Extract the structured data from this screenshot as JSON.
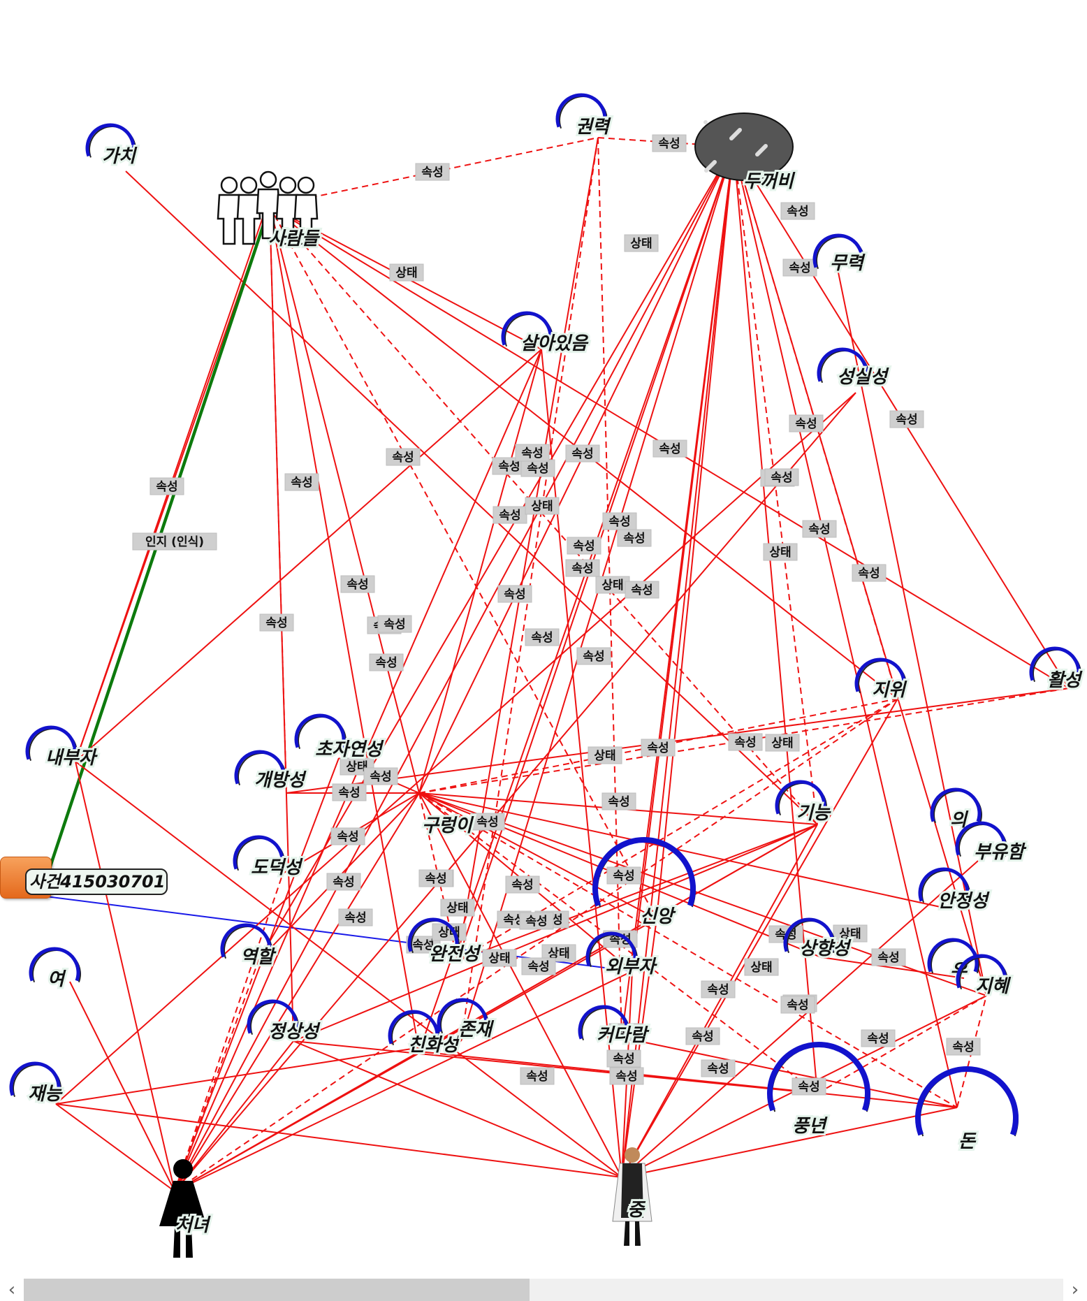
{
  "nodes": {
    "n_gachi": {
      "label": "가치",
      "kind": "concept"
    },
    "n_saramdeul": {
      "label": "사람들",
      "kind": "people-image"
    },
    "n_gwonryeok": {
      "label": "권력",
      "kind": "concept"
    },
    "n_dukkeobi": {
      "label": "두꺼비",
      "kind": "toad-image"
    },
    "n_muryeok": {
      "label": "무력",
      "kind": "concept"
    },
    "n_salaitsseum": {
      "label": "살아있음",
      "kind": "concept"
    },
    "n_seongsilseong": {
      "label": "성실성",
      "kind": "concept"
    },
    "n_naebuja": {
      "label": "내부자",
      "kind": "concept"
    },
    "n_chojayeonseong": {
      "label": "초자연성",
      "kind": "concept"
    },
    "n_gaebangseong": {
      "label": "개방성",
      "kind": "concept"
    },
    "n_gureongi": {
      "label": "구렁이",
      "kind": "concept"
    },
    "n_dodeokseong": {
      "label": "도덕성",
      "kind": "concept"
    },
    "n_jiwi": {
      "label": "지위",
      "kind": "concept"
    },
    "n_hwalseong": {
      "label": "활성",
      "kind": "concept"
    },
    "n_gineung": {
      "label": "기능",
      "kind": "concept"
    },
    "n_ui": {
      "label": "의",
      "kind": "concept"
    },
    "n_buyuham": {
      "label": "부유함",
      "kind": "concept"
    },
    "n_anjeongseong": {
      "label": "안정성",
      "kind": "concept"
    },
    "n_sinang": {
      "label": "신앙",
      "kind": "concept"
    },
    "n_yeo": {
      "label": "여",
      "kind": "concept"
    },
    "n_yeokhal": {
      "label": "역할",
      "kind": "concept"
    },
    "n_wanjeonseong": {
      "label": "완전성",
      "kind": "concept"
    },
    "n_oebuja": {
      "label": "외부자",
      "kind": "concept"
    },
    "n_sanghyangseong": {
      "label": "상향성",
      "kind": "concept"
    },
    "n_u": {
      "label": "우",
      "kind": "concept"
    },
    "n_jihye": {
      "label": "지혜",
      "kind": "concept"
    },
    "n_jeongsangseong": {
      "label": "정상성",
      "kind": "concept"
    },
    "n_chinhwaseong": {
      "label": "친화성",
      "kind": "concept"
    },
    "n_jonjae": {
      "label": "존재",
      "kind": "concept"
    },
    "n_keodaram": {
      "label": "커다람",
      "kind": "concept"
    },
    "n_jaeneung": {
      "label": "재능",
      "kind": "concept"
    },
    "n_pungnyeon": {
      "label": "풍년",
      "kind": "concept"
    },
    "n_don": {
      "label": "돈",
      "kind": "concept"
    },
    "n_cheonyeo": {
      "label": "처녀",
      "kind": "woman-image"
    },
    "n_jung": {
      "label": "중",
      "kind": "monk-image"
    }
  },
  "event_node": {
    "label": "사건415030701",
    "color": "#ee7a2a"
  },
  "relation_types": {
    "attribute": "속성",
    "state": "상태",
    "cognition": "인지 (인식)"
  },
  "edge_labels": [
    {
      "text": "속성"
    },
    {
      "text": "속성"
    },
    {
      "text": "상태"
    },
    {
      "text": "속성"
    },
    {
      "text": "상태"
    },
    {
      "text": "속성"
    },
    {
      "text": "속성"
    },
    {
      "text": "속성"
    },
    {
      "text": "속성"
    },
    {
      "text": "속성"
    },
    {
      "text": "속성"
    },
    {
      "text": "속성"
    },
    {
      "text": "속성"
    },
    {
      "text": "속성"
    },
    {
      "text": "상태"
    },
    {
      "text": "속성"
    },
    {
      "text": "상태"
    },
    {
      "text": "속성"
    },
    {
      "text": "속성"
    },
    {
      "text": "인지 (인식)"
    },
    {
      "text": "속성"
    },
    {
      "text": "상태"
    },
    {
      "text": "속성"
    },
    {
      "text": "속성"
    },
    {
      "text": "속성"
    },
    {
      "text": "속성"
    },
    {
      "text": "상태"
    },
    {
      "text": "속성"
    },
    {
      "text": "속성"
    },
    {
      "text": "속성"
    },
    {
      "text": "상태"
    },
    {
      "text": "속성"
    },
    {
      "text": "속성"
    },
    {
      "text": "속성"
    },
    {
      "text": "속성"
    },
    {
      "text": "속성"
    },
    {
      "text": "속성"
    },
    {
      "text": "속성"
    },
    {
      "text": "속성"
    },
    {
      "text": "속성"
    },
    {
      "text": "속성"
    },
    {
      "text": "상태"
    },
    {
      "text": "속성"
    },
    {
      "text": "속성"
    },
    {
      "text": "속성"
    },
    {
      "text": "상태"
    },
    {
      "text": "속성"
    },
    {
      "text": "속성"
    },
    {
      "text": "속성"
    },
    {
      "text": "속성"
    },
    {
      "text": "속성"
    },
    {
      "text": "속성"
    },
    {
      "text": "상태"
    },
    {
      "text": "속성"
    },
    {
      "text": "속성"
    },
    {
      "text": "속성"
    },
    {
      "text": "속성"
    },
    {
      "text": "상태"
    },
    {
      "text": "속성"
    },
    {
      "text": "상태"
    },
    {
      "text": "상태"
    },
    {
      "text": "속성"
    },
    {
      "text": "속성"
    },
    {
      "text": "속성"
    },
    {
      "text": "속성"
    },
    {
      "text": "상태"
    },
    {
      "text": "속성"
    },
    {
      "text": "속성"
    },
    {
      "text": "속성"
    },
    {
      "text": "상태"
    },
    {
      "text": "속성"
    },
    {
      "text": "상태"
    },
    {
      "text": "속성"
    },
    {
      "text": "속성"
    },
    {
      "text": "속성"
    },
    {
      "text": "속성"
    },
    {
      "text": "속성"
    },
    {
      "text": "속성"
    },
    {
      "text": "속성"
    },
    {
      "text": "속성"
    },
    {
      "text": "속성"
    }
  ],
  "edges": [
    {
      "from": "n_saramdeul",
      "to": "n_gwonryeok",
      "style": "dashed"
    },
    {
      "from": "n_gwonryeok",
      "to": "n_dukkeobi",
      "style": "dashed"
    },
    {
      "from": "n_gachi",
      "to": "n_gineung",
      "style": "solid"
    },
    {
      "from": "n_saramdeul",
      "to": "n_naebuja",
      "style": "solid"
    },
    {
      "from": "n_saramdeul",
      "to": "n_event",
      "style": "green"
    },
    {
      "from": "n_event",
      "to": "n_oebuja",
      "style": "blue"
    },
    {
      "from": "n_saramdeul",
      "to": "n_salaitsseum",
      "style": "solid"
    },
    {
      "from": "n_saramdeul",
      "to": "n_jiwi",
      "style": "solid"
    },
    {
      "from": "n_saramdeul",
      "to": "n_hwalseong",
      "style": "solid"
    },
    {
      "from": "n_saramdeul",
      "to": "n_gureongi",
      "style": "solid"
    },
    {
      "from": "n_saramdeul",
      "to": "n_chinhwaseong",
      "style": "solid"
    },
    {
      "from": "n_saramdeul",
      "to": "n_jeongsangseong",
      "style": "solid"
    },
    {
      "from": "n_saramdeul",
      "to": "n_gaebangseong",
      "style": "dashed"
    },
    {
      "from": "n_saramdeul",
      "to": "n_sinang",
      "style": "dashed"
    },
    {
      "from": "n_saramdeul",
      "to": "n_gineung",
      "style": "dashed"
    },
    {
      "from": "n_gwonryeok",
      "to": "n_jonjae",
      "style": "dashed"
    },
    {
      "from": "n_gwonryeok",
      "to": "n_keodaram",
      "style": "dashed"
    },
    {
      "from": "n_gwonryeok",
      "to": "n_wanjeonseong",
      "style": "solid"
    },
    {
      "from": "n_dukkeobi",
      "to": "n_gureongi",
      "style": "solid"
    },
    {
      "from": "n_dukkeobi",
      "to": "n_cheonyeo",
      "style": "solid"
    },
    {
      "from": "n_dukkeobi",
      "to": "n_jung",
      "style": "solid"
    },
    {
      "from": "n_dukkeobi",
      "to": "n_chinhwaseong",
      "style": "solid"
    },
    {
      "from": "n_dukkeobi",
      "to": "n_jonjae",
      "style": "solid"
    },
    {
      "from": "n_dukkeobi",
      "to": "n_keodaram",
      "style": "solid"
    },
    {
      "from": "n_dukkeobi",
      "to": "n_wanjeonseong",
      "style": "solid"
    },
    {
      "from": "n_dukkeobi",
      "to": "n_pungnyeon",
      "style": "solid"
    },
    {
      "from": "n_dukkeobi",
      "to": "n_don",
      "style": "solid"
    },
    {
      "from": "n_dukkeobi",
      "to": "n_jihye",
      "style": "solid"
    },
    {
      "from": "n_dukkeobi",
      "to": "n_gineung",
      "style": "dashed"
    },
    {
      "from": "n_dukkeobi",
      "to": "n_hwalseong",
      "style": "solid"
    },
    {
      "from": "n_dukkeobi",
      "to": "n_jiwi",
      "style": "dashed"
    },
    {
      "from": "n_dukkeobi",
      "to": "n_oebuja",
      "style": "solid"
    },
    {
      "from": "n_dukkeobi",
      "to": "n_sinang",
      "style": "solid"
    },
    {
      "from": "n_dukkeobi",
      "to": "n_yeokhal",
      "style": "solid"
    },
    {
      "from": "n_salaitsseum",
      "to": "n_cheonyeo",
      "style": "solid"
    },
    {
      "from": "n_salaitsseum",
      "to": "n_jung",
      "style": "solid"
    },
    {
      "from": "n_salaitsseum",
      "to": "n_gureongi",
      "style": "solid"
    },
    {
      "from": "n_salaitsseum",
      "to": "n_naebuja",
      "style": "solid"
    },
    {
      "from": "n_seongsilseong",
      "to": "n_cheonyeo",
      "style": "solid"
    },
    {
      "from": "n_gureongi",
      "to": "n_hwalseong",
      "style": "dashed"
    },
    {
      "from": "n_gureongi",
      "to": "n_jiwi",
      "style": "dashed"
    },
    {
      "from": "n_gureongi",
      "to": "n_gineung",
      "style": "solid"
    },
    {
      "from": "n_gureongi",
      "to": "n_sinang",
      "style": "solid"
    },
    {
      "from": "n_gureongi",
      "to": "n_anjeongseong",
      "style": "solid"
    },
    {
      "from": "n_gureongi",
      "to": "n_sanghyangseong",
      "style": "solid"
    },
    {
      "from": "n_gureongi",
      "to": "n_jihye",
      "style": "solid"
    },
    {
      "from": "n_gureongi",
      "to": "n_pungnyeon",
      "style": "dashed"
    },
    {
      "from": "n_gureongi",
      "to": "n_don",
      "style": "dashed"
    },
    {
      "from": "n_gureongi",
      "to": "n_cheonyeo",
      "style": "solid"
    },
    {
      "from": "n_gureongi",
      "to": "n_jung",
      "style": "solid"
    },
    {
      "from": "n_gureongi",
      "to": "n_gaebangseong",
      "style": "solid"
    },
    {
      "from": "n_gureongi",
      "to": "n_chojayeonseong",
      "style": "solid"
    },
    {
      "from": "n_gureongi",
      "to": "n_dodeokseong",
      "style": "solid"
    },
    {
      "from": "n_gureongi",
      "to": "n_yeokhal",
      "style": "solid"
    },
    {
      "from": "n_gureongi",
      "to": "n_wanjeonseong",
      "style": "dashed"
    },
    {
      "from": "n_gureongi",
      "to": "n_oebuja",
      "style": "solid"
    },
    {
      "from": "n_cheonyeo",
      "to": "n_gineung",
      "style": "solid"
    },
    {
      "from": "n_cheonyeo",
      "to": "n_jiwi",
      "style": "dashed"
    },
    {
      "from": "n_cheonyeo",
      "to": "n_sinang",
      "style": "solid"
    },
    {
      "from": "n_cheonyeo",
      "to": "n_oebuja",
      "style": "solid"
    },
    {
      "from": "n_cheonyeo",
      "to": "n_naebuja",
      "style": "solid"
    },
    {
      "from": "n_cheonyeo",
      "to": "n_yeo",
      "style": "solid"
    },
    {
      "from": "n_cheonyeo",
      "to": "n_jaeneung",
      "style": "solid"
    },
    {
      "from": "n_cheonyeo",
      "to": "n_yeokhal",
      "style": "dashed"
    },
    {
      "from": "n_cheonyeo",
      "to": "n_chojayeonseong",
      "style": "solid"
    },
    {
      "from": "n_cheonyeo",
      "to": "n_dodeokseong",
      "style": "dashed"
    },
    {
      "from": "n_cheonyeo",
      "to": "n_jeongsangseong",
      "style": "solid"
    },
    {
      "from": "n_jung",
      "to": "n_gineung",
      "style": "solid"
    },
    {
      "from": "n_jung",
      "to": "n_sinang",
      "style": "solid"
    },
    {
      "from": "n_jung",
      "to": "n_jaeneung",
      "style": "solid"
    },
    {
      "from": "n_jung",
      "to": "n_jihye",
      "style": "solid"
    },
    {
      "from": "n_jung",
      "to": "n_don",
      "style": "solid"
    },
    {
      "from": "n_jung",
      "to": "n_buyuham",
      "style": "solid"
    },
    {
      "from": "n_jung",
      "to": "n_jiwi",
      "style": "solid"
    },
    {
      "from": "n_jung",
      "to": "n_jeongsangseong",
      "style": "solid"
    },
    {
      "from": "n_jung",
      "to": "n_naebuja",
      "style": "solid"
    },
    {
      "from": "n_jung",
      "to": "n_oebuja",
      "style": "solid"
    },
    {
      "from": "n_hwalseong",
      "to": "n_gaebangseong",
      "style": "solid"
    },
    {
      "from": "n_gineung",
      "to": "n_chinhwaseong",
      "style": "solid"
    },
    {
      "from": "n_gineung",
      "to": "n_jeongsangseong",
      "style": "solid"
    },
    {
      "from": "n_gineung",
      "to": "n_wanjeonseong",
      "style": "solid"
    },
    {
      "from": "n_pungnyeon",
      "to": "n_jeongsangseong",
      "style": "solid"
    },
    {
      "from": "n_pungnyeon",
      "to": "n_jihye",
      "style": "dashed"
    },
    {
      "from": "n_don",
      "to": "n_keodaram",
      "style": "solid"
    },
    {
      "from": "n_don",
      "to": "n_chinhwaseong",
      "style": "solid"
    },
    {
      "from": "n_don",
      "to": "n_jihye",
      "style": "dashed"
    },
    {
      "from": "n_sanghyangseong",
      "to": "n_u",
      "style": "solid"
    },
    {
      "from": "n_jiwi",
      "to": "n_wanjeonseong",
      "style": "dashed"
    },
    {
      "from": "n_muryeok",
      "to": "n_jihye",
      "style": "solid"
    },
    {
      "from": "n_jaeneung",
      "to": "n_jonjae",
      "style": "solid"
    },
    {
      "from": "n_jaeneung",
      "to": "n_seongsilseong",
      "style": "solid"
    }
  ],
  "scrollbar": {
    "left_arrow": "‹",
    "right_arrow": "›",
    "position": 0.0,
    "visible_fraction": 0.49
  }
}
